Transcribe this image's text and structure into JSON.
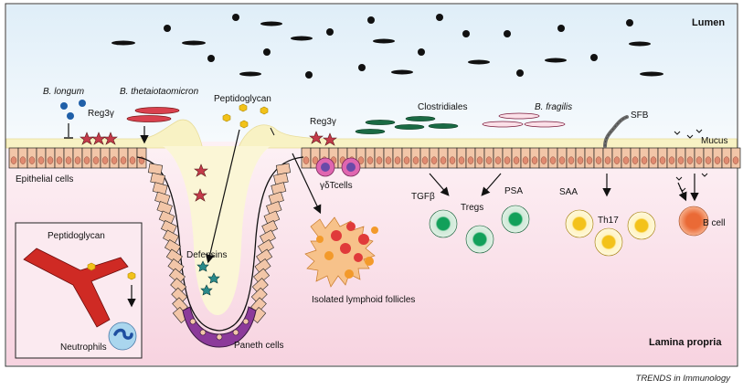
{
  "labels": {
    "lumen": "Lumen",
    "lamina_propria": "Lamina propria",
    "b_longum": "B. longum",
    "b_theta": "B. thetaiotaomicron",
    "peptidoglycan_top": "Peptidoglycan",
    "reg3g_left": "Reg3γ",
    "reg3g_mid": "Reg3γ",
    "clostridiales": "Clostridiales",
    "b_fragilis": "B. fragilis",
    "sfb": "SFB",
    "mucus": "Mucus",
    "epithelial_cells": "Epithelial cells",
    "defensins": "Defensins",
    "paneth_cells": "Paneth cells",
    "gd_tcells": "γδTcells",
    "isolated_follicles": "Isolated lymphoid follicles",
    "tgfb": "TGFβ",
    "psa": "PSA",
    "tregs": "Tregs",
    "saa": "SAA",
    "th17": "Th17",
    "b_cell": "B cell",
    "inset_peptidoglycan": "Peptidoglycan",
    "neutrophils": "Neutrophils"
  },
  "credit": "TRENDS in Immunology",
  "colors": {
    "lumen_bg": "#e9f2f9",
    "lamina_bg": "#fbe5ee",
    "mucus": "#f8f2c4",
    "epithelium": "#f2c6a8",
    "paneth": "#8c3a9a",
    "treg": "#12a05a",
    "th17": "#f3c21a",
    "b_cell": "#ef7f4e",
    "bacteria_red": "#d9414e",
    "bacteria_green": "#1a6a44",
    "blood_vessel": "#cf2a24",
    "peptidoglycan": "#f2c21a",
    "b_longum": "#1f5fa8"
  }
}
